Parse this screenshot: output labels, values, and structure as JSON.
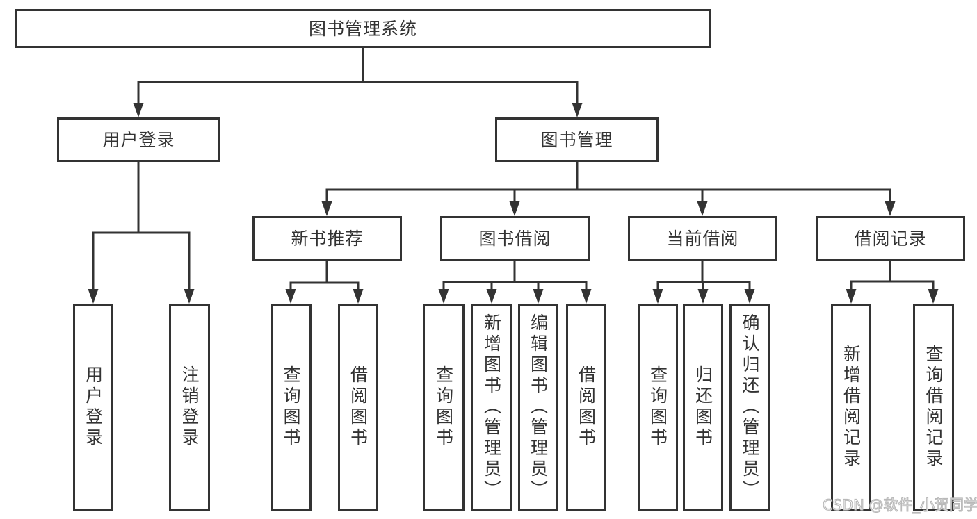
{
  "diagram": {
    "root": "图书管理系统",
    "l2": [
      "用户登录",
      "图书管理"
    ],
    "l3": [
      "新书推荐",
      "图书借阅",
      "当前借阅",
      "借阅记录"
    ],
    "l4": [
      "用户登录",
      "注销登录",
      "查询图书",
      "借阅图书",
      "查询图书",
      "新增图书（管理员）",
      "编辑图书（管理员）",
      "借阅图书",
      "查询图书",
      "归还图书",
      "确认归还（管理员）",
      "新增借阅记录",
      "查询借阅记录"
    ]
  },
  "watermark": "CSDN @软件_小贺同学",
  "colors": {
    "line": "#333333",
    "text": "#333333",
    "background": "#ffffff",
    "watermark_stroke": "#b9b9b9",
    "watermark_fill": "#ffffff"
  }
}
